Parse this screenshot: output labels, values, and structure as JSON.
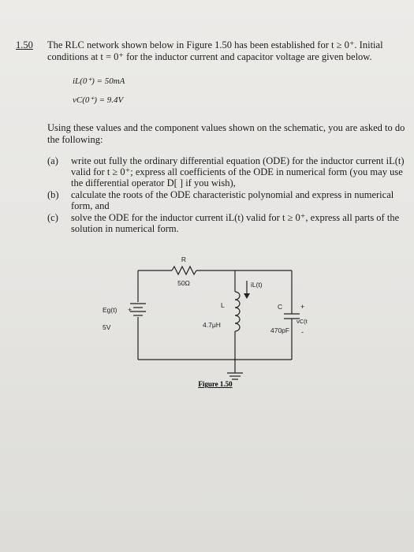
{
  "problem": {
    "number": "1.50",
    "intro_line1": "The RLC network shown below in Figure 1.50 has been established for t ≥ 0⁺. Initial",
    "intro_line2": "conditions at t = 0⁺ for the inductor current and capacitor voltage are given below.",
    "ic_inductor": "iL(0⁺) = 50mA",
    "ic_capacitor": "vC(0⁺) = 9.4V",
    "using_text": "Using these values and the component values shown on the schematic, you are asked to do the following:",
    "parts": [
      {
        "label": "(a)",
        "text": "write out fully the ordinary differential equation (ODE) for the inductor current iL(t) valid for t ≥ 0⁺; express all coefficients of the ODE in numerical form (you may use the differential operator D[ ] if you wish),"
      },
      {
        "label": "(b)",
        "text": "calculate the roots of the ODE characteristic polynomial and express in numerical form, and"
      },
      {
        "label": "(c)",
        "text": "solve the ODE for the inductor current iL(t) valid for t ≥ 0⁺, express all parts of the solution in numerical form."
      }
    ]
  },
  "circuit": {
    "resistor_label": "R",
    "resistor_value": "50Ω",
    "current_label": "iL(t)",
    "source_label": "Eg(t)",
    "source_plus": "+",
    "source_value": "5V",
    "inductor_label": "L",
    "inductor_value": "4.7μH",
    "capacitor_label": "C",
    "capacitor_value": "470pF",
    "vc_label": "vC(t)",
    "vc_plus": "+",
    "vc_minus": "-",
    "figure_caption": "Figure 1.50"
  }
}
